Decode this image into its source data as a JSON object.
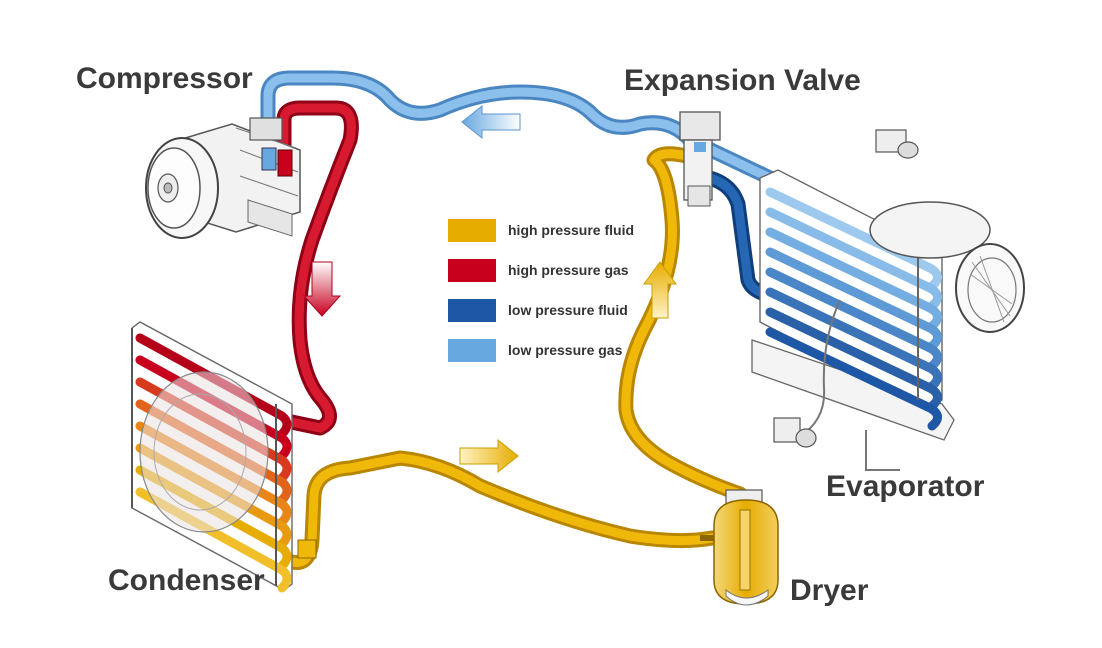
{
  "colors": {
    "high_pressure_fluid": "#E6AC00",
    "high_pressure_gas": "#C8001E",
    "low_pressure_fluid": "#1D57A5",
    "low_pressure_gas": "#68A8E0",
    "label_text": "#3a3a3a"
  },
  "labels": {
    "compressor": "Compressor",
    "expansion_valve": "Expansion Valve",
    "evaporator": "Evaporator",
    "condenser": "Condenser",
    "dryer": "Dryer"
  },
  "legend": [
    {
      "key": "high_pressure_fluid",
      "label": "high pressure fluid",
      "color": "#E6AC00"
    },
    {
      "key": "high_pressure_gas",
      "label": "high pressure gas",
      "color": "#C8001E"
    },
    {
      "key": "low_pressure_fluid",
      "label": "low pressure fluid",
      "color": "#1D57A5"
    },
    {
      "key": "low_pressure_gas",
      "label": "low pressure gas",
      "color": "#68A8E0"
    }
  ],
  "flow_arrows": [
    {
      "name": "top",
      "direction": "left",
      "color": "#68A8E0"
    },
    {
      "name": "left",
      "direction": "down",
      "color": "#C8001E"
    },
    {
      "name": "bottom",
      "direction": "right",
      "color": "#E6AC00"
    },
    {
      "name": "right",
      "direction": "up",
      "color": "#E6AC00"
    }
  ]
}
